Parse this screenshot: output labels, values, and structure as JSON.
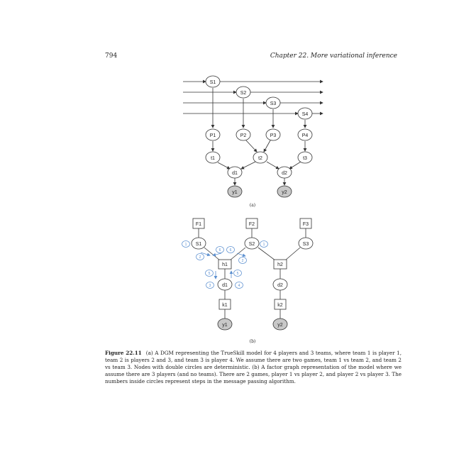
{
  "header": {
    "page_number": "794",
    "chapter_title": "Chapter 22.  More variational inference"
  },
  "figure_a": {
    "sublabel": "(a)",
    "nodes": [
      "S1",
      "S2",
      "S3",
      "S4",
      "P1",
      "P2",
      "P3",
      "P4",
      "t1",
      "t2",
      "t3",
      "d1",
      "d2",
      "y1",
      "y2"
    ]
  },
  "figure_b": {
    "sublabel": "(b)",
    "nodes": [
      "F1",
      "F2",
      "F3",
      "S1",
      "S2",
      "S3",
      "h1",
      "h2",
      "d1",
      "d2",
      "k1",
      "k2",
      "y1",
      "y2"
    ],
    "step_labels": [
      "1",
      "1",
      "2",
      "2",
      "6",
      "6",
      "5",
      "5",
      "3",
      "4"
    ]
  },
  "caption": {
    "label": "Figure 22.11",
    "text": "(a) A DGM representing the TrueSkill model for 4 players and 3 teams, where team 1 is player 1, team 2 is players 2 and 3, and team 3 is player 4. We assume there are two games, team 1 vs team 2, and team 2 vs team 3. Nodes with double circles are deterministic. (b) A factor graph representation of the model where we assume there are 3 players (and no teams). There are 2 games, player 1 vs player 2, and player 2 vs player 3. The numbers inside circles represent steps in the message passing algorithm."
  },
  "colors": {
    "accent_blue": "#5b8fd0",
    "shaded_node": "#c8c8c8",
    "edge": "#333333"
  }
}
